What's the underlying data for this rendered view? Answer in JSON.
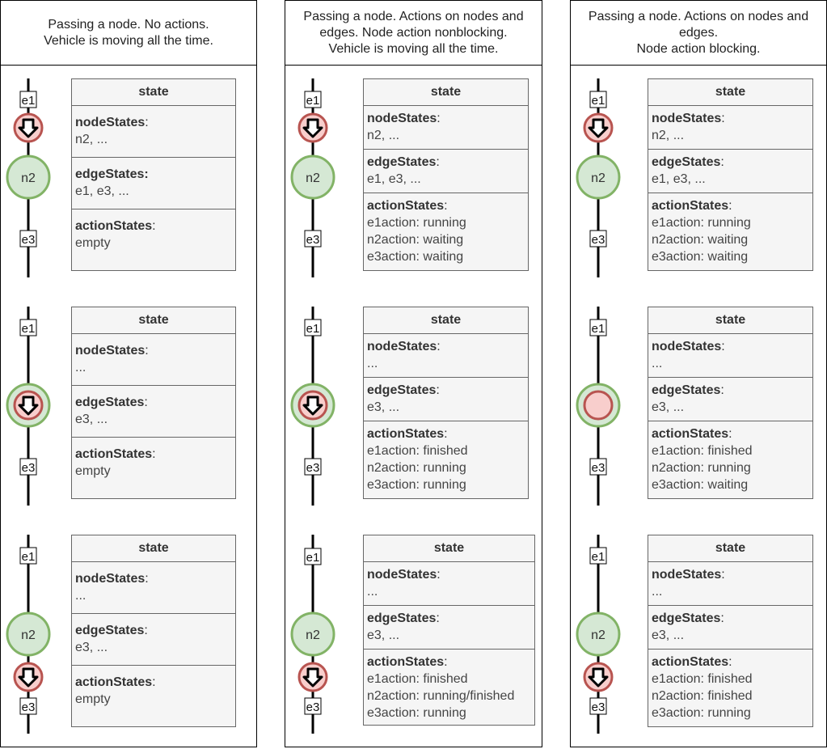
{
  "columns": [
    {
      "title": "Passing a node. No actions.\nVehicle is moving all the time.",
      "rows": [
        {
          "marker": "above-node",
          "node_label": "n2",
          "state": {
            "title": "state",
            "nodeStates_key": "nodeStates",
            "nodeStates_val": "n2, ...",
            "edgeStates_key": "edgeStates:",
            "edgeStates_val": "e1, e3, ...",
            "actionStates_key": "actionStates",
            "actionStates_val": "empty"
          }
        },
        {
          "marker": "on-node",
          "node_label": "",
          "state": {
            "title": "state",
            "nodeStates_key": "nodeStates",
            "nodeStates_val": "...",
            "edgeStates_key": "edgeStates",
            "edgeStates_val": "e3, ...",
            "actionStates_key": "actionStates",
            "actionStates_val": "empty"
          }
        },
        {
          "marker": "below-node",
          "node_label": "n2",
          "state": {
            "title": "state",
            "nodeStates_key": "nodeStates",
            "nodeStates_val": "...",
            "edgeStates_key": "edgeStates",
            "edgeStates_val": "e3, ...",
            "actionStates_key": "actionStates",
            "actionStates_val": "empty"
          }
        }
      ]
    },
    {
      "title": "Passing a node. Actions on nodes and\nedges. Node action nonblocking.\nVehicle is moving all the time.",
      "rows": [
        {
          "marker": "above-node",
          "node_label": "n2",
          "state": {
            "title": "state",
            "nodeStates_key": "nodeStates",
            "nodeStates_val": "n2, ...",
            "edgeStates_key": "edgeStates",
            "edgeStates_val": "e1, e3, ...",
            "actionStates_key": "actionStates",
            "actionStates_val": "e1action: running\nn2action: waiting\ne3action: waiting"
          }
        },
        {
          "marker": "on-node",
          "node_label": "",
          "state": {
            "title": "state",
            "nodeStates_key": "nodeStates",
            "nodeStates_val": "...",
            "edgeStates_key": "edgeStates",
            "edgeStates_val": "e3, ...",
            "actionStates_key": "actionStates",
            "actionStates_val": "e1action: finished\nn2action: running\ne3action: running"
          }
        },
        {
          "marker": "below-node",
          "node_label": "n2",
          "state": {
            "title": "state",
            "nodeStates_key": "nodeStates",
            "nodeStates_val": "...",
            "edgeStates_key": "edgeStates",
            "edgeStates_val": "e3, ...",
            "actionStates_key": "actionStates",
            "actionStates_val": "e1action: finished\nn2action: running/finished\ne3action: running"
          }
        }
      ]
    },
    {
      "title": "Passing a node. Actions on nodes and\nedges.\nNode action blocking.",
      "rows": [
        {
          "marker": "above-node",
          "node_label": "n2",
          "state": {
            "title": "state",
            "nodeStates_key": "nodeStates",
            "nodeStates_val": "n2, ...",
            "edgeStates_key": "edgeStates",
            "edgeStates_val": "e1, e3, ...",
            "actionStates_key": "actionStates",
            "actionStates_val": "e1action: running\nn2action: waiting\ne3action: waiting"
          }
        },
        {
          "marker": "stopped-on-node",
          "node_label": "",
          "state": {
            "title": "state",
            "nodeStates_key": "nodeStates",
            "nodeStates_val": "...",
            "edgeStates_key": "edgeStates",
            "edgeStates_val": "e3, ...",
            "actionStates_key": "actionStates",
            "actionStates_val": "e1action: finished\nn2action: running\ne3action: waiting"
          }
        },
        {
          "marker": "below-node",
          "node_label": "n2",
          "state": {
            "title": "state",
            "nodeStates_key": "nodeStates",
            "nodeStates_val": "...",
            "edgeStates_key": "edgeStates",
            "edgeStates_val": "e3, ...",
            "actionStates_key": "actionStates",
            "actionStates_val": "e1action: finished\nn2action: finished\ne3action: running"
          }
        }
      ]
    }
  ],
  "edge_labels": {
    "top": "e1",
    "bottom": "e3"
  },
  "colors": {
    "node_fill": "#d5e8d4",
    "node_stroke": "#82b366",
    "vehicle_fill": "#f8cecc",
    "vehicle_stroke": "#b85450"
  }
}
